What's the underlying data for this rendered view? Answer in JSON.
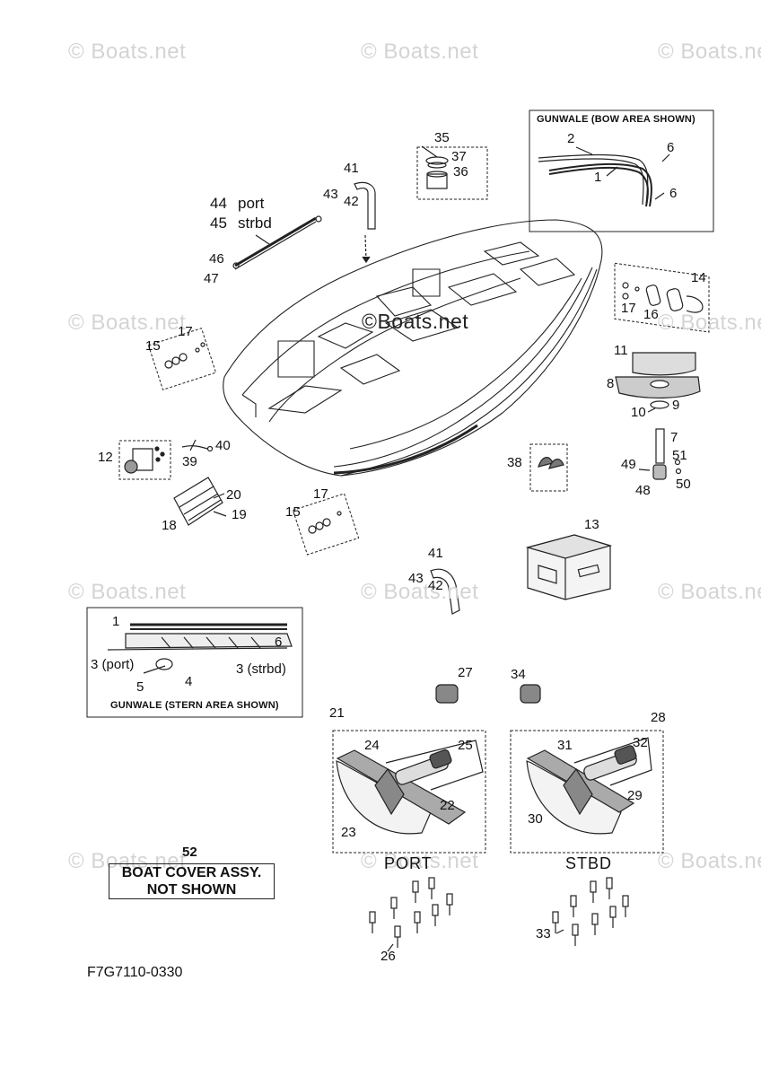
{
  "watermark": "© Boats.net",
  "center_watermark": "©Boats.net",
  "gunwale_bow_caption": "GUNWALE (BOW AREA SHOWN)",
  "gunwale_stern_caption": "GUNWALE (STERN AREA SHOWN)",
  "cover_number": "52",
  "cover_line1": "BOAT COVER ASSY.",
  "cover_line2": "NOT SHOWN",
  "port_label": "PORT",
  "stbd_label": "STBD",
  "drawing_code": "F7G7110-0330",
  "side_text": {
    "port": "port",
    "strbd": "strbd",
    "port_paren": "3 (port)",
    "strbd_paren": "3 (strbd)"
  },
  "labels": {
    "n1": "1",
    "n2": "2",
    "n6": "6",
    "n11": "11",
    "n8": "8",
    "n10": "10",
    "n9": "9",
    "n7": "7",
    "n51": "51",
    "n49": "49",
    "n50": "50",
    "n48": "48",
    "n14": "14",
    "n17": "17",
    "n16": "16",
    "n35": "35",
    "n37": "37",
    "n36": "36",
    "n41": "41",
    "n43": "43",
    "n42": "42",
    "n44": "44",
    "n45": "45",
    "n46": "46",
    "n47": "47",
    "n15": "15",
    "n12": "12",
    "n39": "39",
    "n40": "40",
    "n20": "20",
    "n19": "19",
    "n18": "18",
    "n38": "38",
    "n13": "13",
    "n4": "4",
    "n5": "5",
    "n27": "27",
    "n34": "34",
    "n21": "21",
    "n28": "28",
    "n24": "24",
    "n25": "25",
    "n22": "22",
    "n23": "23",
    "n31": "31",
    "n32": "32",
    "n29": "29",
    "n30": "30",
    "n26": "26",
    "n33": "33"
  },
  "icons": {
    "boat": "boat-hull-icon",
    "cooler": "cooler-icon",
    "bumper": "bumper-icon",
    "bolt": "bolt-icon"
  }
}
